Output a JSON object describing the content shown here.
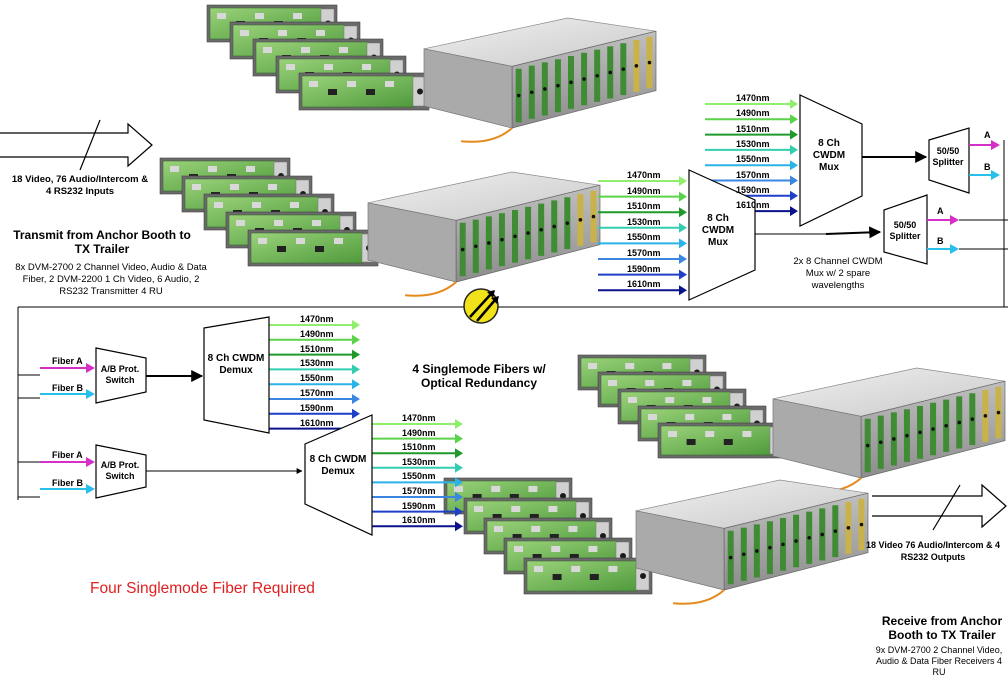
{
  "tx": {
    "inputs": "18 Video, 76 Audio/Intercom & 4 RS232 Inputs",
    "title": "Transmit from Anchor Booth to TX Trailer",
    "desc": "8x DVM-2700 2 Channel Video, Audio & Data Fiber, 2 DVM-2200 1 Ch Video, 6 Audio, 2 RS232 Transmitter 4 RU"
  },
  "rx": {
    "outputs": "18 Video 76 Audio/Intercom & 4 RS232 Outputs",
    "title": "Receive from Anchor Booth to TX Trailer",
    "desc": "9x DVM-2700 2 Channel Video, Audio & Data Fiber Receivers 4 RU"
  },
  "wavelengths": [
    "1470nm",
    "1490nm",
    "1510nm",
    "1530nm",
    "1550nm",
    "1570nm",
    "1590nm",
    "1610nm"
  ],
  "wavelength_colors": [
    "#8fef6a",
    "#5ad24a",
    "#1f9a2a",
    "#33cdb0",
    "#2bb3e8",
    "#3a86e0",
    "#1e3fc8",
    "#0a128c"
  ],
  "mux_label": "8 Ch CWDM Mux",
  "demux_label": "8 Ch CWDM Demux",
  "splitter_label": "50/50 Splitter",
  "switch_label": "A/B Prot. Switch",
  "port_a": "A",
  "port_b": "B",
  "fiber_a": "Fiber A",
  "fiber_b": "Fiber B",
  "mux_note": "2x 8 Channel CWDM Mux w/ 2 spare wavelengths",
  "fibers_note": "4 Singlemode Fibers w/ Optical Redundancy",
  "required_note": "Four Singlemode Fiber Required",
  "colors": {
    "magenta": "#d430c8",
    "cyan": "#28c0e8",
    "red": "#e02020",
    "fiber_icon": "#f2e21a"
  }
}
